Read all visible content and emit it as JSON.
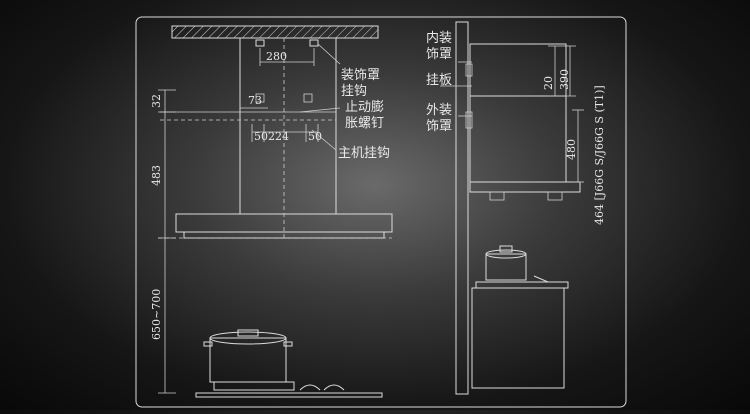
{
  "labels": {
    "decor_hook_1": "装饰罩",
    "decor_hook_2": "挂钩",
    "expansion_1": "止动膨",
    "expansion_2": "胀螺钉",
    "main_hook": "主机挂钩",
    "inner_cover_1": "内装",
    "inner_cover_2": "饰罩",
    "hanging_plate": "挂板",
    "outer_cover_1": "外装",
    "outer_cover_2": "饰罩",
    "model": "464 [J66G S/J66G S (T1)]"
  },
  "dimensions": {
    "hook_spacing": "280",
    "offset_73": "73",
    "spacing_50_left": "50",
    "spacing_224": "224",
    "spacing_50_right": "50",
    "left_32": "32",
    "left_483": "483",
    "left_650_700": "650~700",
    "side_20": "20",
    "side_390": "390",
    "side_480": "480"
  },
  "colors": {
    "line": "#dcdcdc",
    "text": "#e8e8e8"
  }
}
